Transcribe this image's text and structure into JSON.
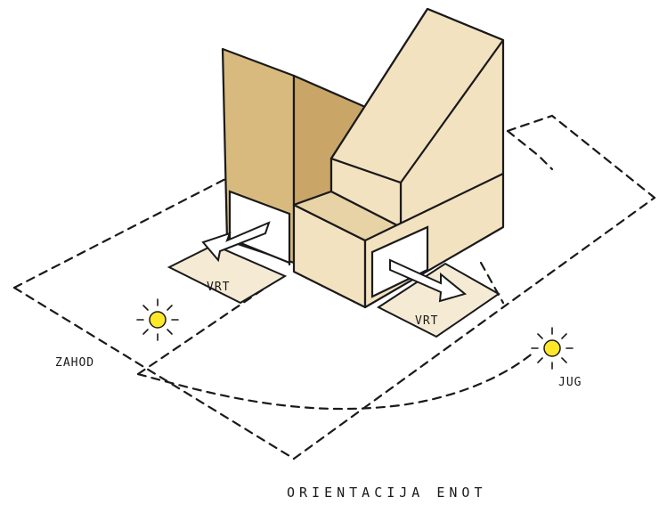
{
  "labels": {
    "garden_west": "VRT",
    "garden_south": "VRT",
    "sun_west": "ZAHOD",
    "sun_south": "JUG",
    "caption": "ORIENTACIJA ENOT"
  },
  "colors": {
    "wall_light": "#f2e2c0",
    "wall_mid": "#e8d3a6",
    "wall_dark": "#d8ba7e",
    "wall_darker": "#caa568",
    "patio": "#f5ead4",
    "sun": "#ffe82a",
    "ink": "#1a1a1a"
  }
}
